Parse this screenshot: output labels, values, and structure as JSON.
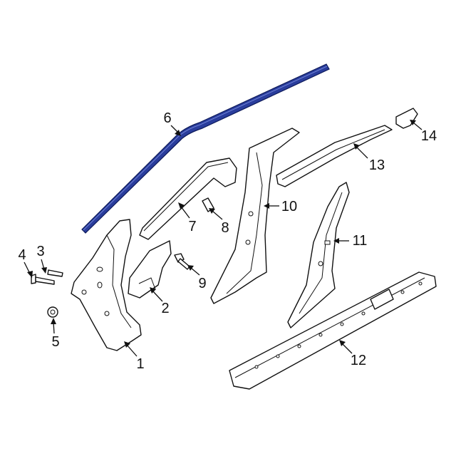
{
  "diagram": {
    "accent_color": "#2a3d9c",
    "callouts": [
      {
        "id": "1",
        "label": "1"
      },
      {
        "id": "2",
        "label": "2"
      },
      {
        "id": "3",
        "label": "3"
      },
      {
        "id": "4",
        "label": "4"
      },
      {
        "id": "5",
        "label": "5"
      },
      {
        "id": "6",
        "label": "6"
      },
      {
        "id": "7",
        "label": "7"
      },
      {
        "id": "8",
        "label": "8"
      },
      {
        "id": "9",
        "label": "9"
      },
      {
        "id": "10",
        "label": "10"
      },
      {
        "id": "11",
        "label": "11"
      },
      {
        "id": "12",
        "label": "12"
      },
      {
        "id": "13",
        "label": "13"
      },
      {
        "id": "14",
        "label": "14"
      }
    ]
  }
}
